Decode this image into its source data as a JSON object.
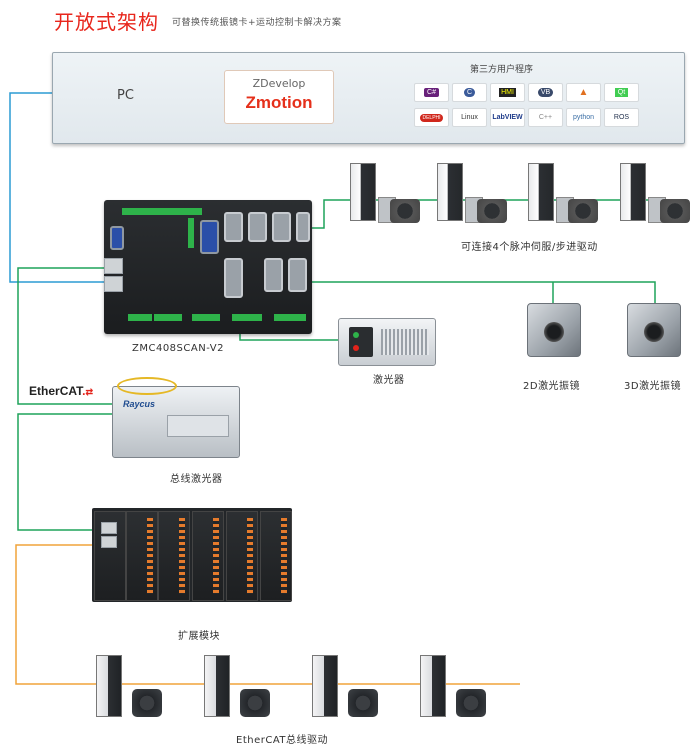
{
  "header": {
    "title": "开放式架构",
    "subtitle": "可替换传统振镜卡+运动控制卡解决方案"
  },
  "pc": {
    "label": "PC",
    "zdevelop_label": "ZDevelop",
    "brand": "Zmotion",
    "third_party_label": "第三方用户程序",
    "apps_row1": [
      "C#",
      "C",
      "HMI",
      "VB",
      "MATLAB",
      "Qt"
    ],
    "apps_row2": [
      "DELPHI",
      "Linux",
      "LabVIEW",
      "C++",
      "python",
      "ROS"
    ]
  },
  "controller": {
    "label": "ZMC408SCAN-V2"
  },
  "servo_row": {
    "label": "可连接4个脉冲伺服/步进驱动"
  },
  "laser_small": {
    "label": "激光器"
  },
  "galvo_2d": {
    "label": "2D激光振镜"
  },
  "galvo_3d": {
    "label": "3D激光振镜"
  },
  "ethercat_logo": {
    "text_a": "Ether",
    "text_b": "CAT",
    "text_c": "."
  },
  "bus_laser": {
    "brand": "Raycus",
    "label": "总线激光器"
  },
  "extension": {
    "label": "扩展模块"
  },
  "drives": {
    "label": "EtherCAT总线驱动"
  },
  "colors": {
    "pc_line": "#2b9bd4",
    "green_line": "#1fa35a",
    "orange_line": "#f0a33a",
    "title_red": "#e8261c"
  }
}
